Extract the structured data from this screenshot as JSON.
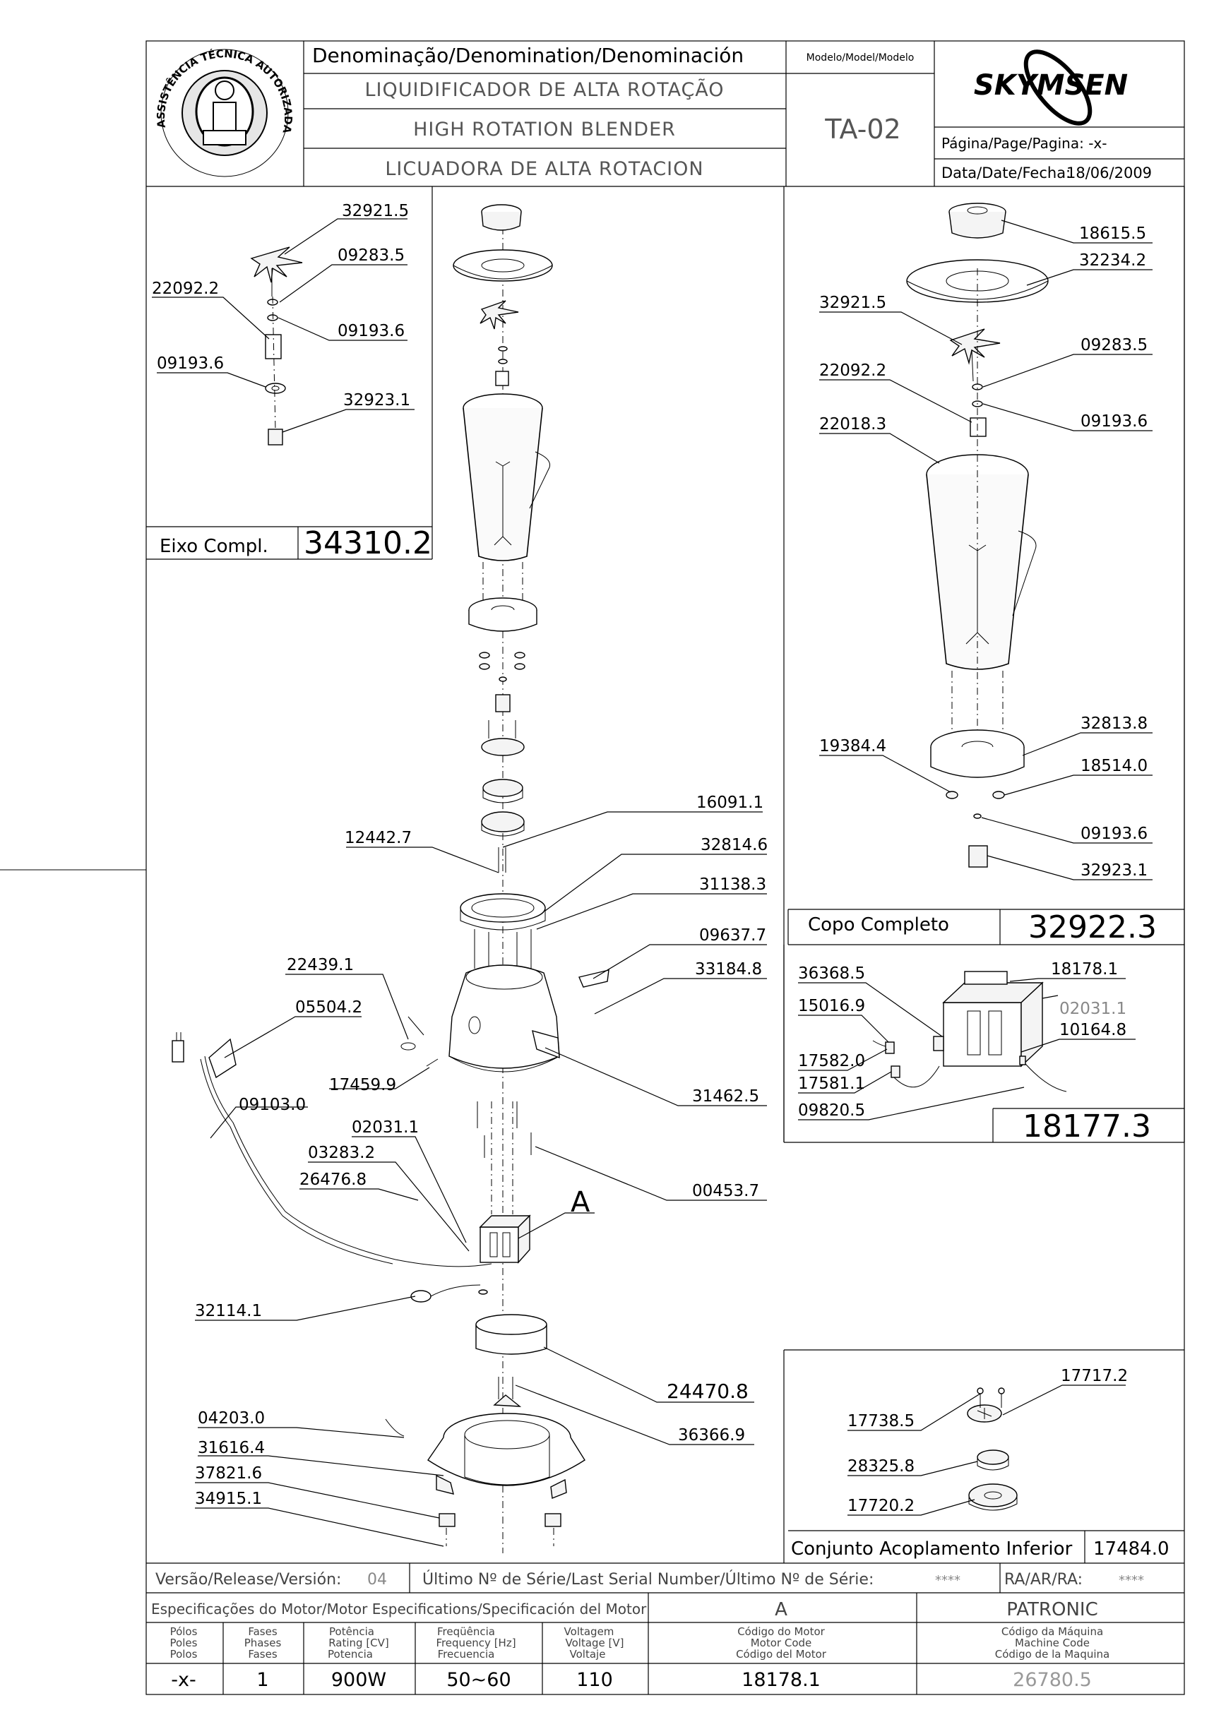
{
  "header": {
    "denomination_label": "Denominação/Denomination/Denominación",
    "name_pt": "LIQUIDIFICADOR DE ALTA ROTAÇÃO",
    "name_en": "HIGH ROTATION BLENDER",
    "name_es": "LICUADORA DE ALTA ROTACION",
    "model_label": "Modelo/Model/Modelo",
    "model_value": "TA-02",
    "brand": "SKYMSEN",
    "page_label": "Página/Page/Pagina: -x-",
    "date_label": "Data/Date/Fecha:",
    "date_value": "18/06/2009",
    "logo_text_top": "ASSISTÊNCIA TÉCNICA AUTORIZADA"
  },
  "panels": {
    "eixo": {
      "title": "Eixo Compl.",
      "code": "34310.2",
      "labels": [
        "32921.5",
        "09283.5",
        "22092.2",
        "09193.6",
        "09193.6",
        "32923.1"
      ]
    },
    "copo": {
      "title": "Copo Completo",
      "code": "32922.3",
      "labels": [
        "18615.5",
        "32234.2",
        "32921.5",
        "09283.5",
        "22092.2",
        "09193.6",
        "22018.3",
        "32813.8",
        "19384.4",
        "18514.0",
        "09193.6",
        "32923.1"
      ]
    },
    "motor": {
      "code": "18177.3",
      "labels": [
        "36368.5",
        "18178.1",
        "15016.9",
        "02031.1",
        "10164.8",
        "17582.0",
        "17581.1",
        "09820.5"
      ]
    },
    "acoplamento": {
      "title": "Conjunto Acoplamento Inferior",
      "code": "17484.0",
      "labels": [
        "17717.2",
        "17738.5",
        "28325.8",
        "17720.2"
      ]
    }
  },
  "main": {
    "callout_letter": "A",
    "labels": [
      "16091.1",
      "12442.7",
      "32814.6",
      "31138.3",
      "09637.7",
      "22439.1",
      "33184.8",
      "05504.2",
      "17459.9",
      "31462.5",
      "09103.0",
      "02031.1",
      "03283.2",
      "00453.7",
      "26476.8",
      "32114.1",
      "24470.8",
      "36366.9",
      "04203.0",
      "31616.4",
      "37821.6",
      "34915.1"
    ]
  },
  "footer": {
    "version_label": "Versão/Release/Versión:",
    "version_value": "04",
    "serial_label": "Último Nº de Série/Last Serial Number/Último Nº de Série:",
    "serial_value": "****",
    "ra_label": "RA/AR/RA:",
    "ra_value": "****",
    "spec_label": "Especificações do Motor/Motor Especifications/Specificación del Motor",
    "spec_a": "A",
    "spec_brand": "PATRONIC",
    "col_poles": [
      "Pólos",
      "Poles",
      "Polos"
    ],
    "col_phases": [
      "Fases",
      "Phases",
      "Fases"
    ],
    "col_power": [
      "Potência",
      "Rating [CV]",
      "Potencia"
    ],
    "col_freq": [
      "Freqüência",
      "Frequency [Hz]",
      "Frecuencia"
    ],
    "col_volt": [
      "Voltagem",
      "Voltage [V]",
      "Voltaje"
    ],
    "col_motor": [
      "Código do Motor",
      "Motor Code",
      "Código del Motor"
    ],
    "col_machine": [
      "Código da Máquina",
      "Machine Code",
      "Código de la Maquina"
    ],
    "val_poles": "-x-",
    "val_phases": "1",
    "val_power": "900W",
    "val_freq": "50~60",
    "val_volt": "110",
    "val_motor": "18178.1",
    "val_machine": "26780.5"
  }
}
